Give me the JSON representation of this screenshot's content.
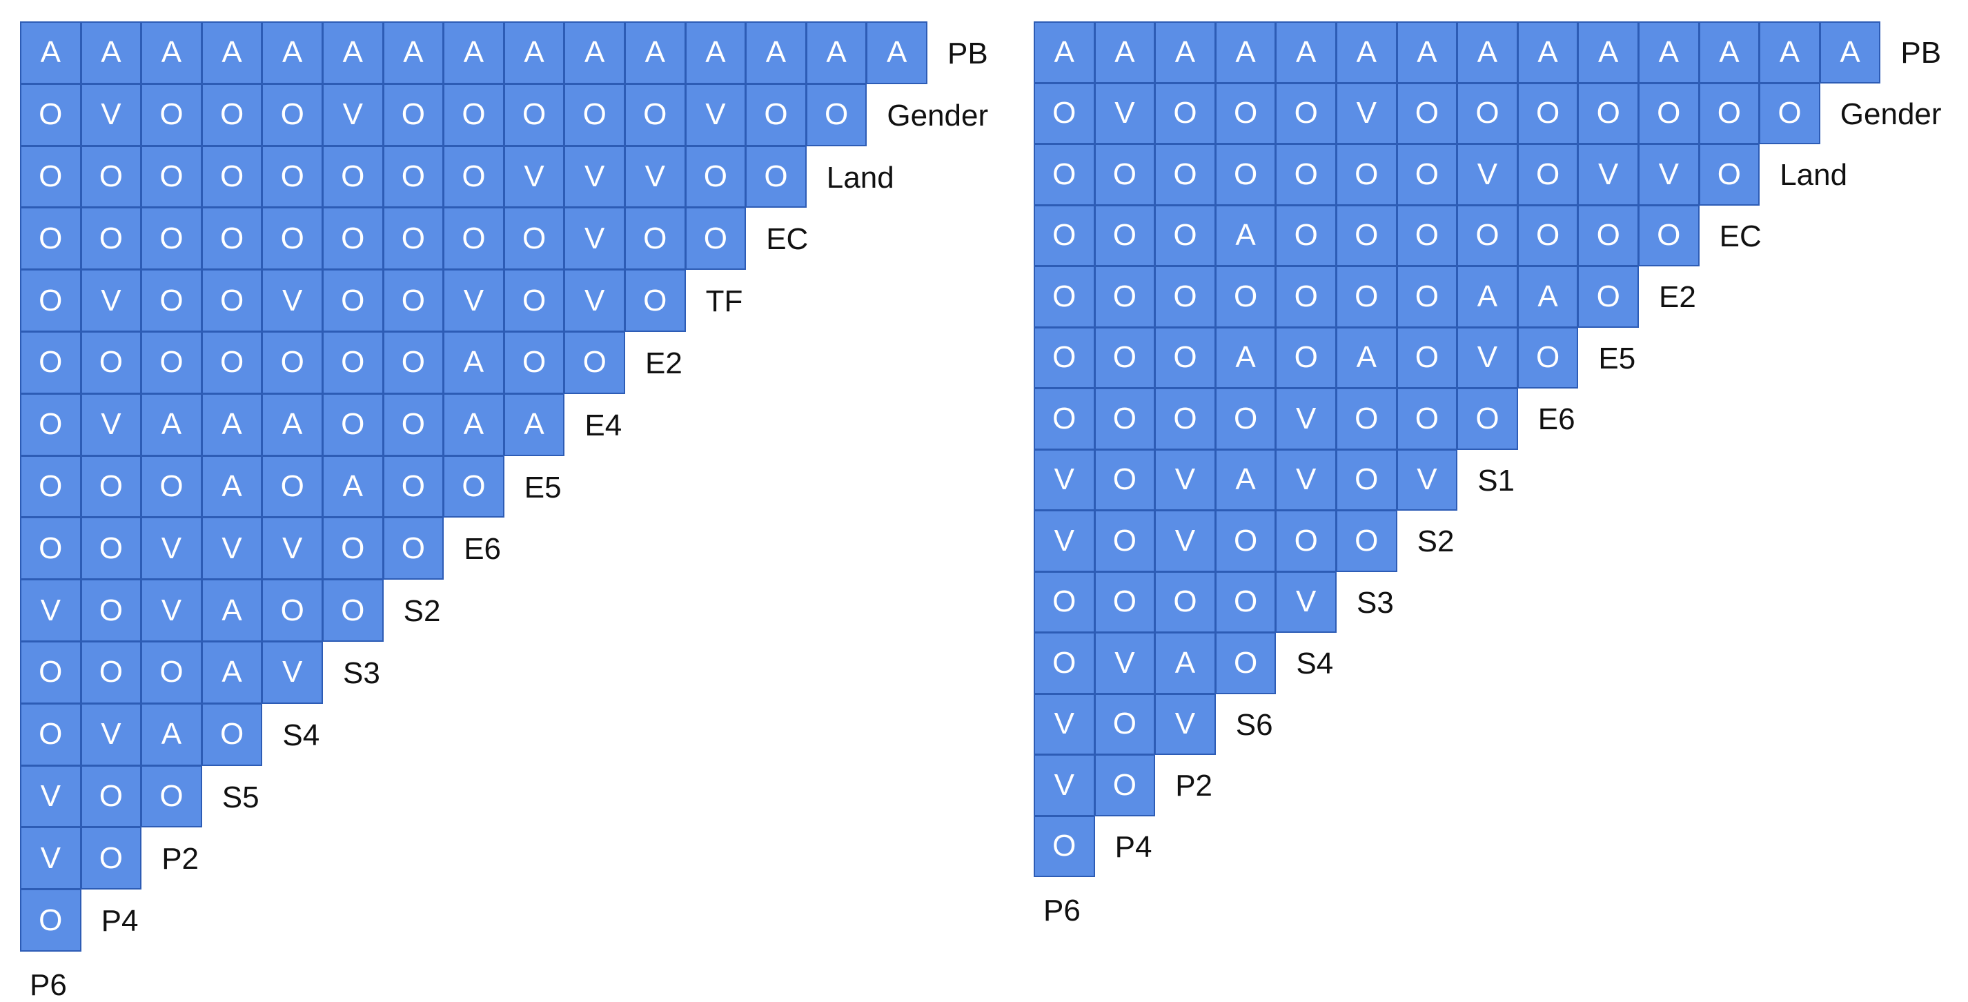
{
  "palette": {
    "cell_fill": "#5b8ee6",
    "cell_border": "#2d5cb5",
    "cell_text": "#ffffff",
    "label_text": "#111111"
  },
  "diagrams": [
    {
      "rows": [
        {
          "label": "PB",
          "cells": [
            "A",
            "A",
            "A",
            "A",
            "A",
            "A",
            "A",
            "A",
            "A",
            "A",
            "A",
            "A",
            "A",
            "A",
            "A"
          ]
        },
        {
          "label": "Gender",
          "cells": [
            "O",
            "V",
            "O",
            "O",
            "O",
            "V",
            "O",
            "O",
            "O",
            "O",
            "O",
            "V",
            "O",
            "O"
          ]
        },
        {
          "label": "Land",
          "cells": [
            "O",
            "O",
            "O",
            "O",
            "O",
            "O",
            "O",
            "O",
            "V",
            "V",
            "V",
            "O",
            "O"
          ]
        },
        {
          "label": "EC",
          "cells": [
            "O",
            "O",
            "O",
            "O",
            "O",
            "O",
            "O",
            "O",
            "O",
            "V",
            "O",
            "O"
          ]
        },
        {
          "label": "TF",
          "cells": [
            "O",
            "V",
            "O",
            "O",
            "V",
            "O",
            "O",
            "V",
            "O",
            "V",
            "O"
          ]
        },
        {
          "label": "E2",
          "cells": [
            "O",
            "O",
            "O",
            "O",
            "O",
            "O",
            "O",
            "A",
            "O",
            "O"
          ]
        },
        {
          "label": "E4",
          "cells": [
            "O",
            "V",
            "A",
            "A",
            "A",
            "O",
            "O",
            "A",
            "A"
          ]
        },
        {
          "label": "E5",
          "cells": [
            "O",
            "O",
            "O",
            "A",
            "O",
            "A",
            "O",
            "O"
          ]
        },
        {
          "label": "E6",
          "cells": [
            "O",
            "O",
            "V",
            "V",
            "V",
            "O",
            "O"
          ]
        },
        {
          "label": "S2",
          "cells": [
            "V",
            "O",
            "V",
            "A",
            "O",
            "O"
          ]
        },
        {
          "label": "S3",
          "cells": [
            "O",
            "O",
            "O",
            "A",
            "V"
          ]
        },
        {
          "label": "S4",
          "cells": [
            "O",
            "V",
            "A",
            "O"
          ]
        },
        {
          "label": "S5",
          "cells": [
            "V",
            "O",
            "O"
          ]
        },
        {
          "label": "P2",
          "cells": [
            "V",
            "O"
          ]
        },
        {
          "label": "P4",
          "cells": [
            "O"
          ]
        }
      ],
      "bottom_label": "P6"
    },
    {
      "rows": [
        {
          "label": "PB",
          "cells": [
            "A",
            "A",
            "A",
            "A",
            "A",
            "A",
            "A",
            "A",
            "A",
            "A",
            "A",
            "A",
            "A",
            "A"
          ]
        },
        {
          "label": "Gender",
          "cells": [
            "O",
            "V",
            "O",
            "O",
            "O",
            "V",
            "O",
            "O",
            "O",
            "O",
            "O",
            "O",
            "O"
          ]
        },
        {
          "label": "Land",
          "cells": [
            "O",
            "O",
            "O",
            "O",
            "O",
            "O",
            "O",
            "V",
            "O",
            "V",
            "V",
            "O"
          ]
        },
        {
          "label": "EC",
          "cells": [
            "O",
            "O",
            "O",
            "A",
            "O",
            "O",
            "O",
            "O",
            "O",
            "O",
            "O"
          ]
        },
        {
          "label": "E2",
          "cells": [
            "O",
            "O",
            "O",
            "O",
            "O",
            "O",
            "O",
            "A",
            "A",
            "O"
          ]
        },
        {
          "label": "E5",
          "cells": [
            "O",
            "O",
            "O",
            "A",
            "O",
            "A",
            "O",
            "V",
            "O"
          ]
        },
        {
          "label": "E6",
          "cells": [
            "O",
            "O",
            "O",
            "O",
            "V",
            "O",
            "O",
            "O"
          ]
        },
        {
          "label": "S1",
          "cells": [
            "V",
            "O",
            "V",
            "A",
            "V",
            "O",
            "V"
          ]
        },
        {
          "label": "S2",
          "cells": [
            "V",
            "O",
            "V",
            "O",
            "O",
            "O"
          ]
        },
        {
          "label": "S3",
          "cells": [
            "O",
            "O",
            "O",
            "O",
            "V"
          ]
        },
        {
          "label": "S4",
          "cells": [
            "O",
            "V",
            "A",
            "O"
          ]
        },
        {
          "label": "S6",
          "cells": [
            "V",
            "O",
            "V"
          ]
        },
        {
          "label": "P2",
          "cells": [
            "V",
            "O"
          ]
        },
        {
          "label": "P4",
          "cells": [
            "O"
          ]
        }
      ],
      "bottom_label": "P6"
    }
  ]
}
